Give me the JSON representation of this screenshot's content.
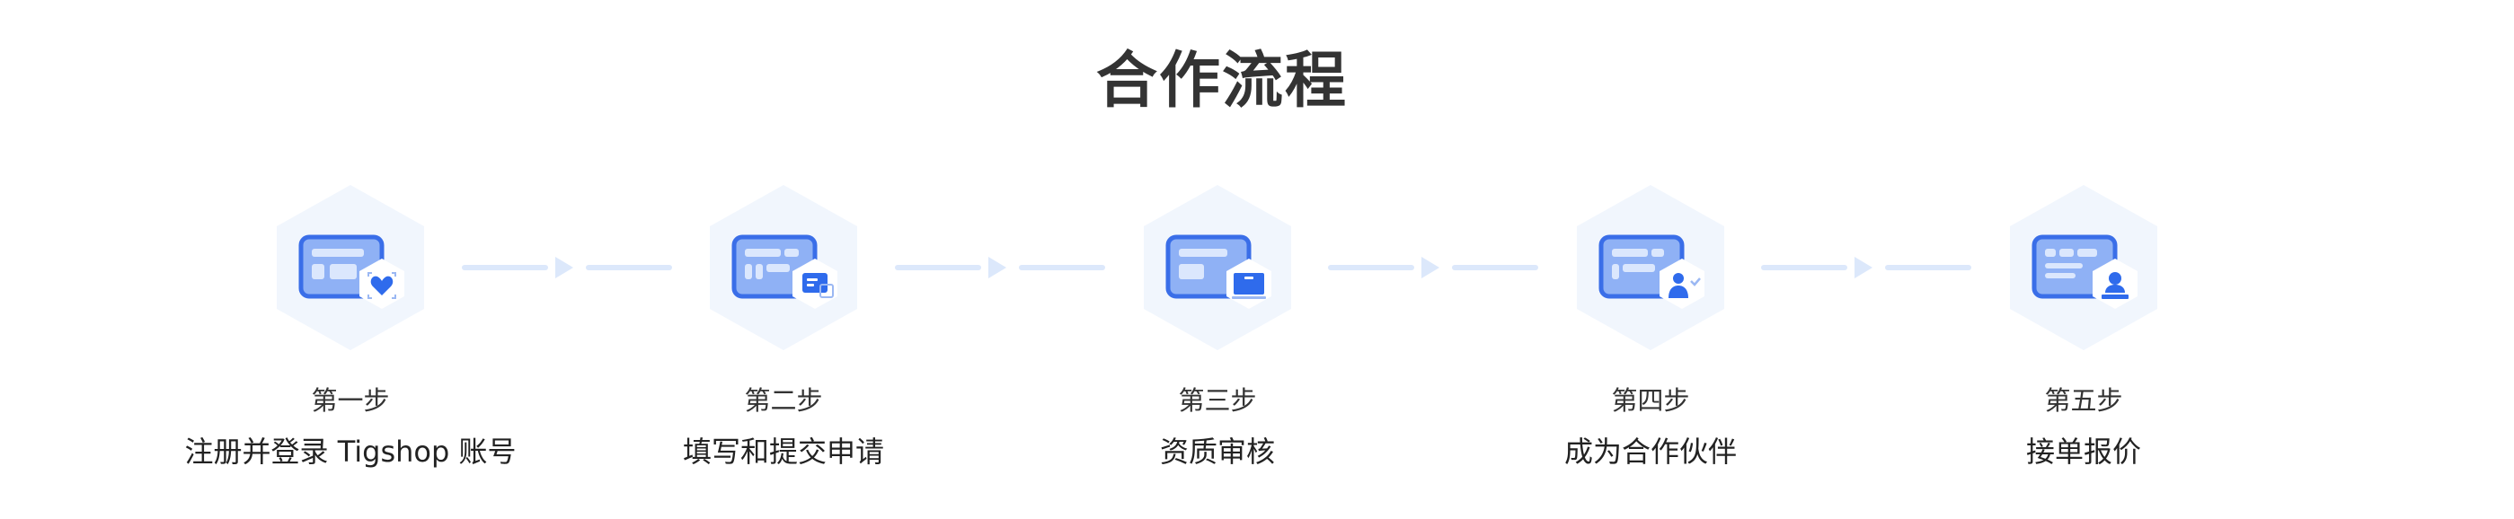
{
  "title": "合作流程",
  "colors": {
    "hex_bg": "#f1f6fd",
    "card_border": "#3a6ee8",
    "card_fill": "#8fb1f5",
    "card_inner": "#dbe7fd",
    "badge_icon": "#2f6bec",
    "connector": "#dce8fb"
  },
  "steps": [
    {
      "num": "第一步",
      "text": "注册并登录 Tigshop 账号",
      "badge_icon": "heart-icon"
    },
    {
      "num": "第二步",
      "text": "填写和提交申请",
      "badge_icon": "message-icon"
    },
    {
      "num": "第三步",
      "text": "资质审核",
      "badge_icon": "monitor-icon"
    },
    {
      "num": "第四步",
      "text": "成为合作伙伴",
      "badge_icon": "partner-icon"
    },
    {
      "num": "第五步",
      "text": "接单报价",
      "badge_icon": "user-stamp-icon"
    }
  ]
}
